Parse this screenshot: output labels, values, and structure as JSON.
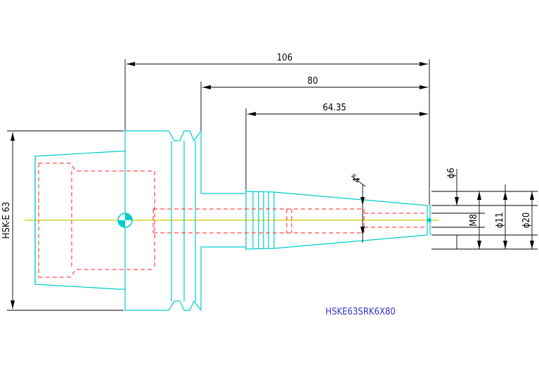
{
  "drawing": {
    "part_number": "HSKE63SRK6X80",
    "flange_label": "HSK-E 63",
    "dimensions": {
      "overall_length": "106",
      "projection_length": "80",
      "taper_length": "64.35",
      "taper_angle": "4°",
      "bore_diameter": "ϕ6",
      "thread": "M8",
      "nose_diameter": "ϕ11",
      "body_diameter": "ϕ20"
    },
    "colors": {
      "outline": "#00cccc",
      "hidden": "#ff2222",
      "centerline": "#cccc00",
      "dimension": "#000000",
      "part_label": "#3333cc"
    }
  }
}
